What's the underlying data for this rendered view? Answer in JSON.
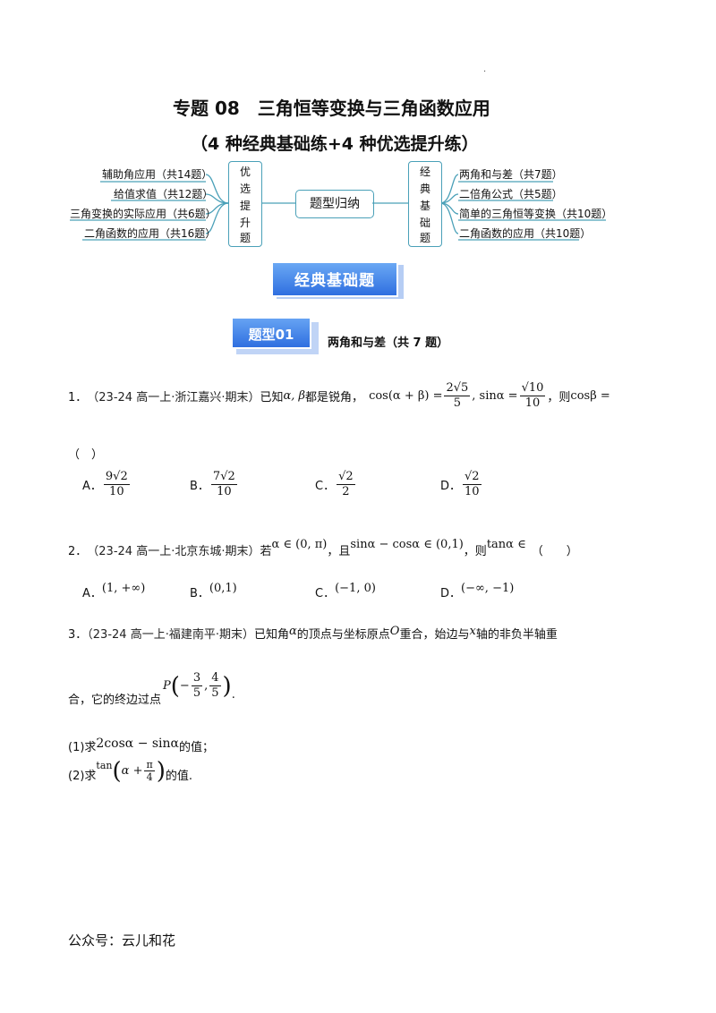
{
  "header": {
    "title": "专题 08　三角恒等变换与三角函数应用",
    "subtitle": "（4 种经典基础练+4 种优选提升练）",
    "dot": "."
  },
  "mindmap": {
    "center": "题型归纳",
    "left_box": [
      "优",
      "选",
      "提",
      "升",
      "题"
    ],
    "right_box": [
      "经",
      "典",
      "基",
      "础",
      "题"
    ],
    "left_items": [
      "辅助角应用（共14题）",
      "给值求值（共12题）",
      "三角变换的实际应用（共6题）",
      "二角函数的应用（共16题）"
    ],
    "right_items": [
      "两角和与差（共7题）",
      "二倍角公式（共5题）",
      "简单的三角恒等变换（共10题）",
      "二角函数的应用（共10题）"
    ],
    "line_color": "#4aa0b8"
  },
  "section": {
    "banner": "经典基础题",
    "type_badge": "题型01",
    "type_title": "两角和与差（共 7 题）",
    "accent": "#2f6fe0"
  },
  "q1": {
    "num": "1．",
    "source": "（23-24 高一上·浙江嘉兴·期末）",
    "stem_a": "已知",
    "vars": "α, β",
    "stem_b": "都是锐角，",
    "cos_lhs": "cos(α + β) =",
    "f1_num": "2√5",
    "f1_den": "5",
    "sin_lhs": ", sinα =",
    "f2_num": "√10",
    "f2_den": "10",
    "ask": "，则",
    "ask_expr": "cosβ =",
    "blank": "（　）",
    "options": [
      {
        "label": "A．",
        "num": "9√2",
        "den": "10"
      },
      {
        "label": "B．",
        "num": "7√2",
        "den": "10"
      },
      {
        "label": "C．",
        "num": "√2",
        "den": "2"
      },
      {
        "label": "D．",
        "num": "√2",
        "den": "10"
      }
    ]
  },
  "q2": {
    "num": "2．",
    "source": "（23-24 高一上·北京东城·期末）",
    "stem_a": "若",
    "cond1": "α ∈ (0, π)",
    "stem_b": "，且",
    "cond2": "sinα − cosα ∈ (0,1)",
    "stem_c": "，则",
    "expr": "tanα ∈",
    "blank": "（　　）",
    "options": [
      {
        "label": "A．",
        "val": "(1, +∞)"
      },
      {
        "label": "B．",
        "val": "(0,1)"
      },
      {
        "label": "C．",
        "val": "(−1, 0)"
      },
      {
        "label": "D．",
        "val": "(−∞, −1)"
      }
    ]
  },
  "q3": {
    "num": "3．",
    "source": "（23-24 高一上·福建南平·期末）",
    "line1_a": "已知角",
    "alpha": "α",
    "line1_b": "的顶点与坐标原点",
    "origin": "O",
    "line1_c": "重合，始边与",
    "xvar": "x",
    "line1_d": "轴的非负半轴重",
    "line2_a": "合，它的终边过点",
    "point_p": "P",
    "px_num": "3",
    "px_den": "5",
    "py_num": "4",
    "py_den": "5",
    "line2_end": ".",
    "part1_a": "(1)求",
    "part1_expr": "2cosα − sinα",
    "part1_b": "的值；",
    "part2_a": "(2)求",
    "part2_tan": "tan",
    "part2_in": "α +",
    "part2_num": "π",
    "part2_den": "4",
    "part2_b": "的值."
  },
  "footer": {
    "text": "公众号：云儿和花"
  }
}
